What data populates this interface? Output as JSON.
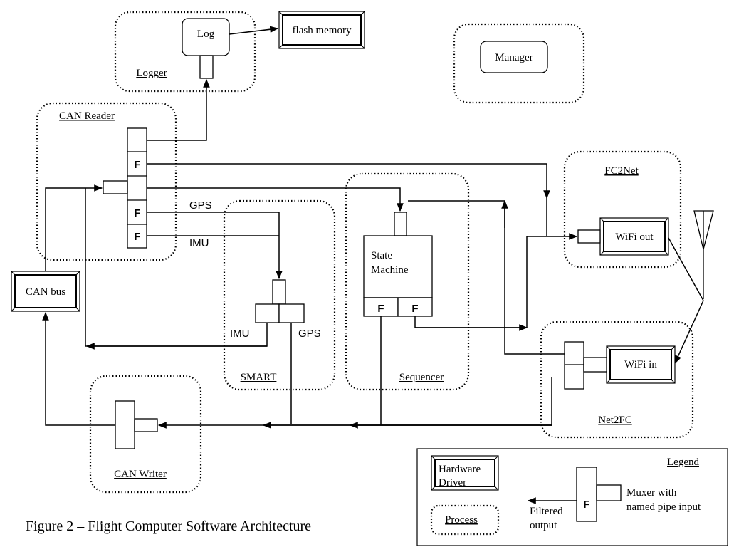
{
  "caption": "Figure 2 – Flight Computer Software Architecture",
  "processes": {
    "logger": "Logger",
    "can_reader": "CAN Reader",
    "smart": "SMART",
    "sequencer": "Sequencer",
    "can_writer": "CAN Writer",
    "fc2net": "FC2Net",
    "net2fc": "Net2FC"
  },
  "components": {
    "log": "Log",
    "manager": "Manager",
    "state_machine_line1": "State",
    "state_machine_line2": "Machine",
    "filter_mark": "F"
  },
  "hardware": {
    "flash_memory": "flash memory",
    "can_bus": "CAN bus",
    "wifi_out": "WiFi out",
    "wifi_in": "WiFi in"
  },
  "pipe_labels": {
    "gps_top": "GPS",
    "imu_top": "IMU",
    "imu_smart": "IMU",
    "gps_smart": "GPS"
  },
  "legend": {
    "title": "Legend",
    "hardware_line1": "Hardware",
    "hardware_line2": "Driver",
    "process": "Process",
    "filtered_line1": "Filtered",
    "filtered_line2": "output",
    "muxer_line1": "Muxer with",
    "muxer_line2": "named pipe input"
  }
}
